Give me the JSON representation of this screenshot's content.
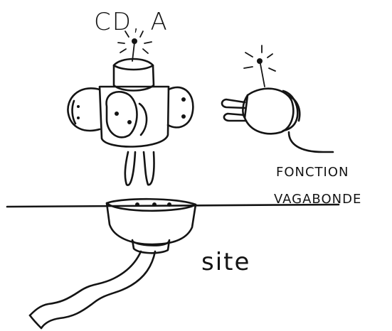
{
  "labels": {
    "top": "CD, A",
    "function_line1": "FONCTION",
    "function_line2": "VAGABONDE",
    "site": "site"
  },
  "colors": {
    "ink": "#141414",
    "paper": "#ffffff"
  }
}
